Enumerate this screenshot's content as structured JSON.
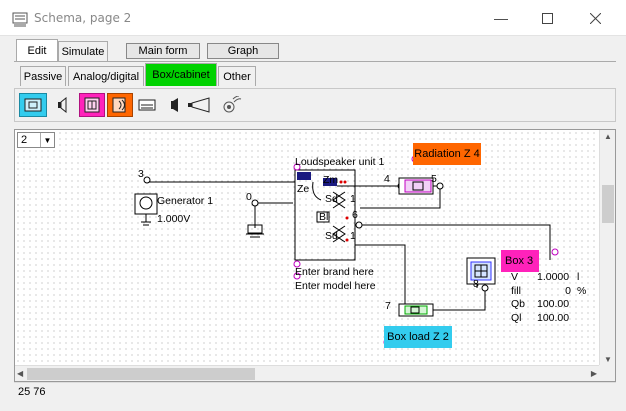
{
  "window": {
    "title": "Schema, page 2"
  },
  "menu_tabs": [
    {
      "label": "Edit"
    },
    {
      "label": "Simulate"
    }
  ],
  "menu_buttons": [
    {
      "label": "Main form"
    },
    {
      "label": "Graph"
    }
  ],
  "sub_tabs": [
    {
      "label": "Passive"
    },
    {
      "label": "Analog/digital"
    },
    {
      "label": "Box/cabinet",
      "color": "#00d200"
    },
    {
      "label": "Other"
    }
  ],
  "toolbar_colors": {
    "tool1": "#33ccee",
    "tool3": "#ff22bb",
    "tool4": "#ff6600"
  },
  "page_select": {
    "value": "2"
  },
  "schema": {
    "generator": {
      "node": "3",
      "name": "Generator 1",
      "value": "1.000V"
    },
    "ground_node": "0",
    "loudspeaker": {
      "title": "Loudspeaker unit 1",
      "ze_label": "Ze",
      "zm_label": "Zm",
      "sd_label": "Sd",
      "sd1_label": "1",
      "bl_label": "Bl",
      "brand": "Enter brand here",
      "model": "Enter model here",
      "node_4": "4",
      "node_6": "6"
    },
    "radiation": {
      "label": "Radiation Z 4",
      "node": "5",
      "color": "#ff6600"
    },
    "box_load": {
      "label": "Box load Z 2",
      "node": "7",
      "color": "#33ccee"
    },
    "box": {
      "label": "Box 3",
      "node": "8",
      "color": "#ff22bb",
      "params": [
        {
          "name": "V",
          "value": "1.0000",
          "unit": "l"
        },
        {
          "name": "fill",
          "value": "0",
          "unit": "%"
        },
        {
          "name": "Qb",
          "value": "100.00",
          "unit": ""
        },
        {
          "name": "Ql",
          "value": "100.00",
          "unit": ""
        }
      ]
    }
  },
  "status": {
    "coords": "25  76"
  }
}
